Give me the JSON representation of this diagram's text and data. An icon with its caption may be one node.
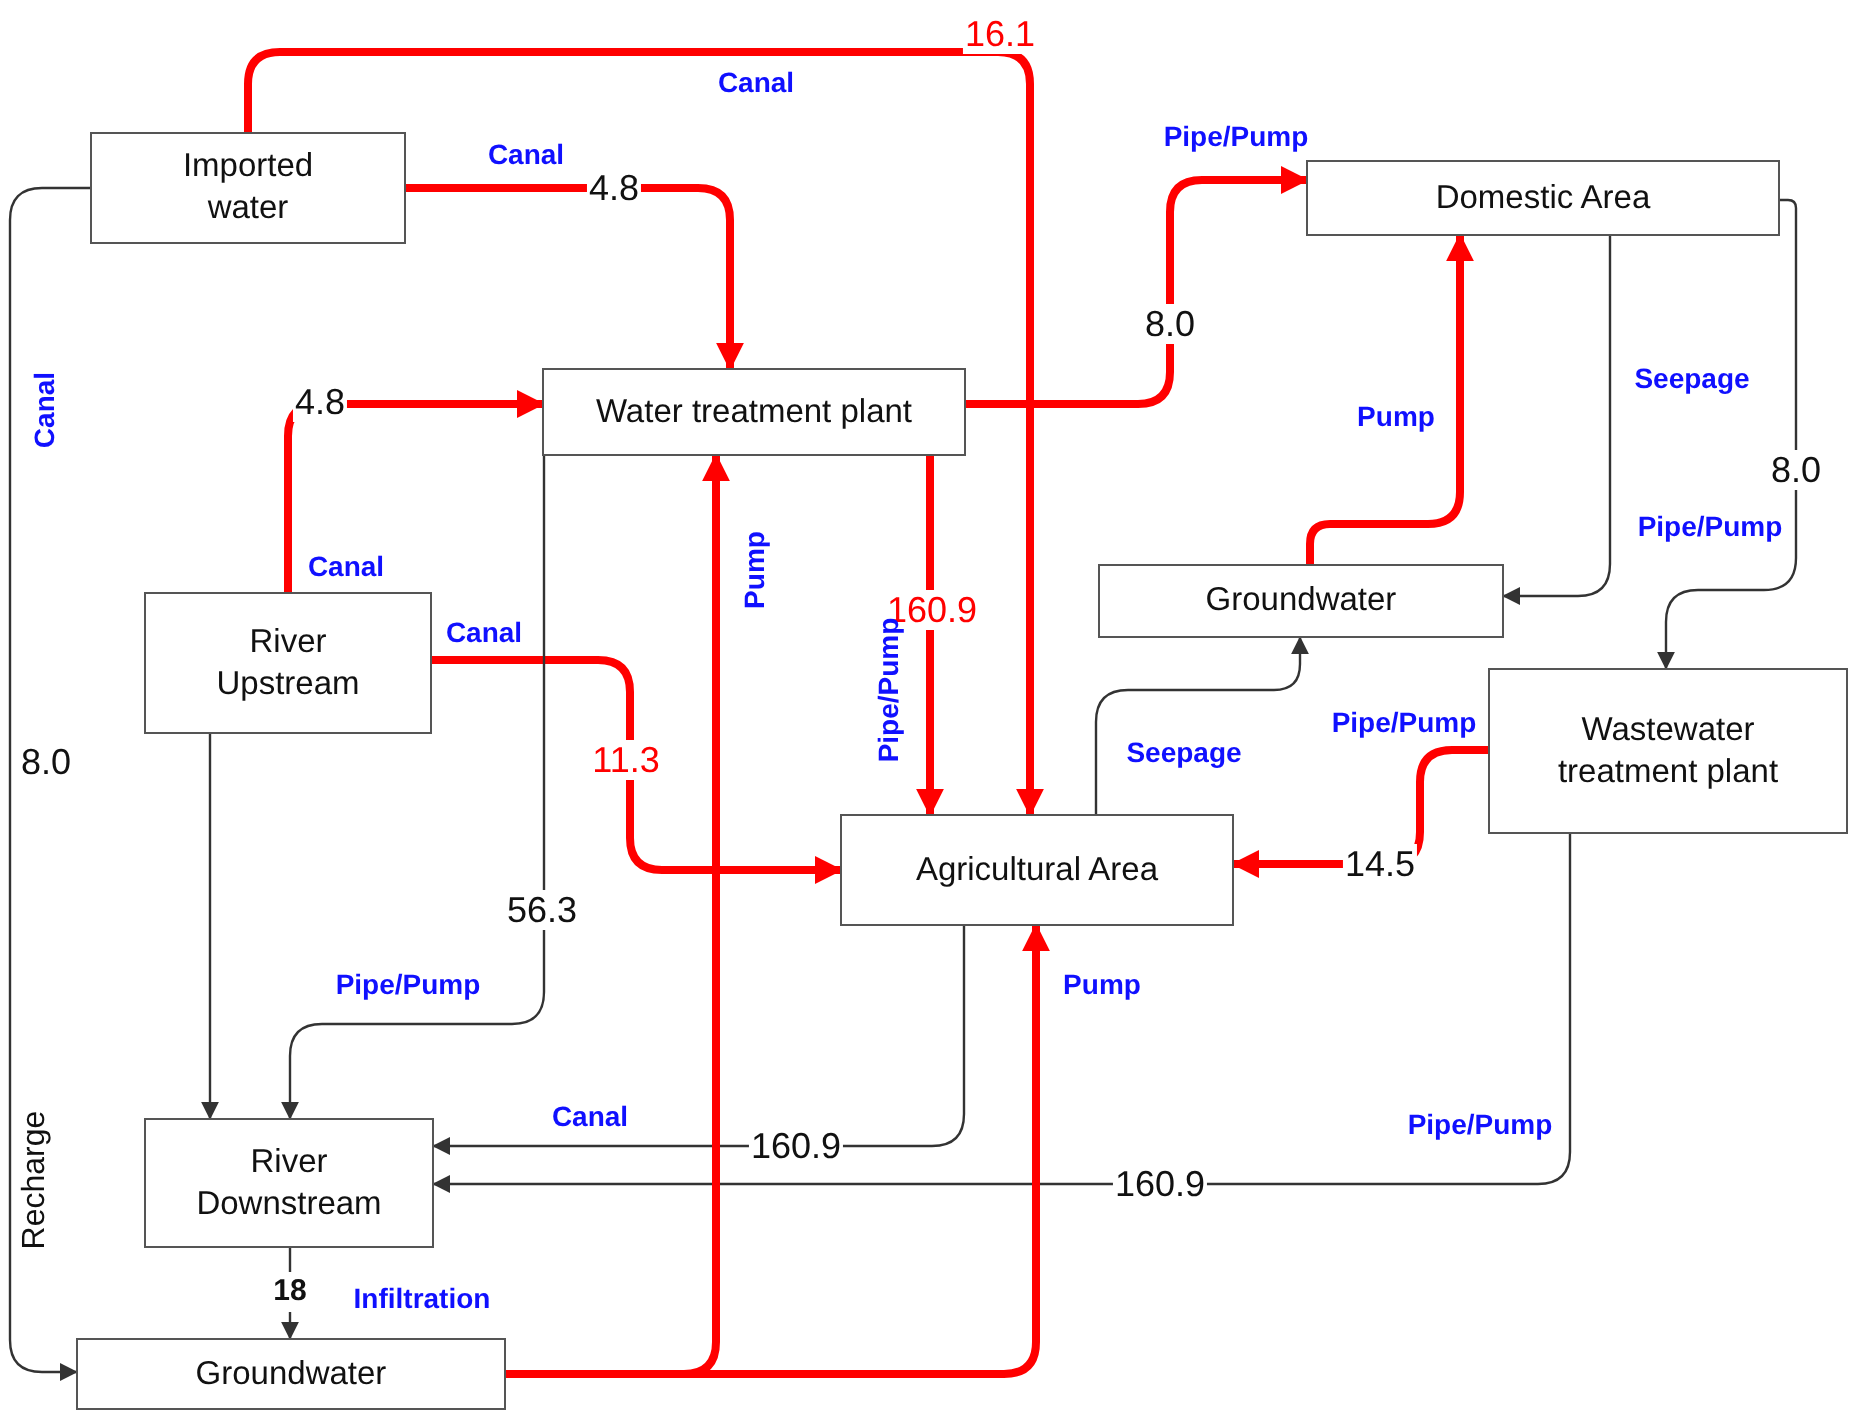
{
  "diagram": {
    "nodes": [
      {
        "text": [
          "Imported water"
        ]
      },
      {
        "text": [
          "Water treatment plant"
        ]
      },
      {
        "text": [
          "Domestic Area"
        ]
      },
      {
        "text": [
          "Groundwater"
        ]
      },
      {
        "text": [
          "River Upstream"
        ]
      },
      {
        "text": [
          "Wastewater treatment plant"
        ]
      },
      {
        "text": [
          "Agricultural Area"
        ]
      },
      {
        "text": [
          "River Downstream"
        ]
      },
      {
        "text": [
          "Groundwater"
        ]
      }
    ],
    "edges": [
      {
        "from": 0,
        "to": 6,
        "arrow": "to",
        "label": "16.1"
      },
      {
        "from": 0,
        "to": 1,
        "arrow": "to",
        "label": "4.8"
      },
      {
        "from": 0,
        "to": 8,
        "arrow": "to",
        "label": "8.0",
        "color": "#333333"
      },
      {
        "from": 4,
        "to": 1,
        "arrow": "to",
        "label": "4.8"
      },
      {
        "from": 4,
        "to": 6,
        "arrow": "to",
        "label": "11.3"
      },
      {
        "from": 4,
        "to": 7,
        "arrow": "to",
        "color": "#333333"
      },
      {
        "from": 1,
        "to": 2,
        "arrow": "to",
        "label": "8.0"
      },
      {
        "from": 1,
        "to": 6,
        "arrow": "to",
        "label": "160.9"
      },
      {
        "from": 1,
        "to": 7,
        "arrow": "to",
        "label": "56.3",
        "color": "#333333"
      },
      {
        "from": 2,
        "to": 3,
        "arrow": "to",
        "color": "#333333"
      },
      {
        "from": 2,
        "to": 5,
        "arrow": "to",
        "label": "8.0",
        "color": "#333333"
      },
      {
        "from": 3,
        "to": 2,
        "arrow": "to"
      },
      {
        "from": 6,
        "to": 3,
        "arrow": "to",
        "color": "#333333"
      },
      {
        "from": 5,
        "to": 6,
        "arrow": "to",
        "label": "14.5"
      },
      {
        "from": 6,
        "to": 7,
        "arrow": "to",
        "label": "160.9",
        "color": "#333333"
      },
      {
        "from": 5,
        "to": 7,
        "arrow": "to",
        "label": "160.9",
        "color": "#333333"
      },
      {
        "from": 8,
        "to": 1,
        "arrow": "to"
      },
      {
        "from": 8,
        "to": 6,
        "arrow": "to"
      },
      {
        "from": 7,
        "to": 8,
        "arrow": "to",
        "label": "18",
        "color": "#333333"
      }
    ],
    "labels": [
      "Canal",
      "Pipe/Pump",
      "Canal",
      "Seepage",
      "Canal",
      "Pump",
      "Pipe/Pump",
      "Pump",
      "Canal",
      "Canal",
      "Pipe/Pump",
      "Pipe/Pump",
      "Seepage",
      "Pipe/Pump",
      "Pump",
      "Canal",
      "Pipe/Pump",
      "Recharge",
      "Infiltration"
    ]
  }
}
